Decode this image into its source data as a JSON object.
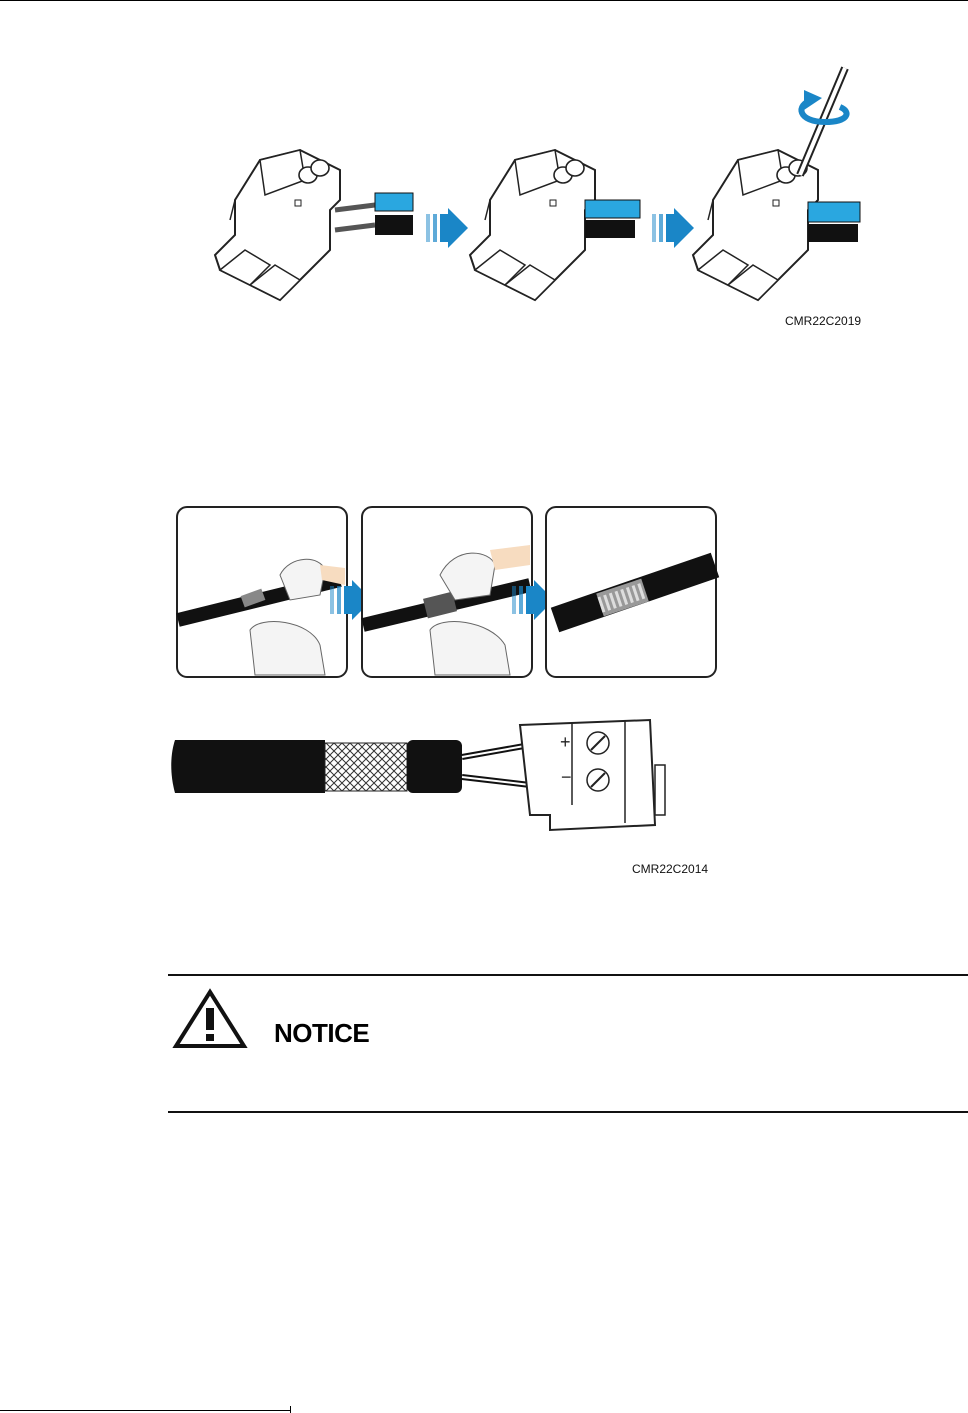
{
  "figure1": {
    "caption": "CMR22C2019",
    "colors": {
      "accent_blue": "#1a86c7",
      "wire_blue": "#2aa7e0",
      "wire_black": "#111111"
    }
  },
  "figure2": {
    "caption": "CMR22C2014",
    "polarity_plus": "+",
    "polarity_minus": "−"
  },
  "notice": {
    "icon": "warning-triangle-icon",
    "label": "NOTICE"
  }
}
